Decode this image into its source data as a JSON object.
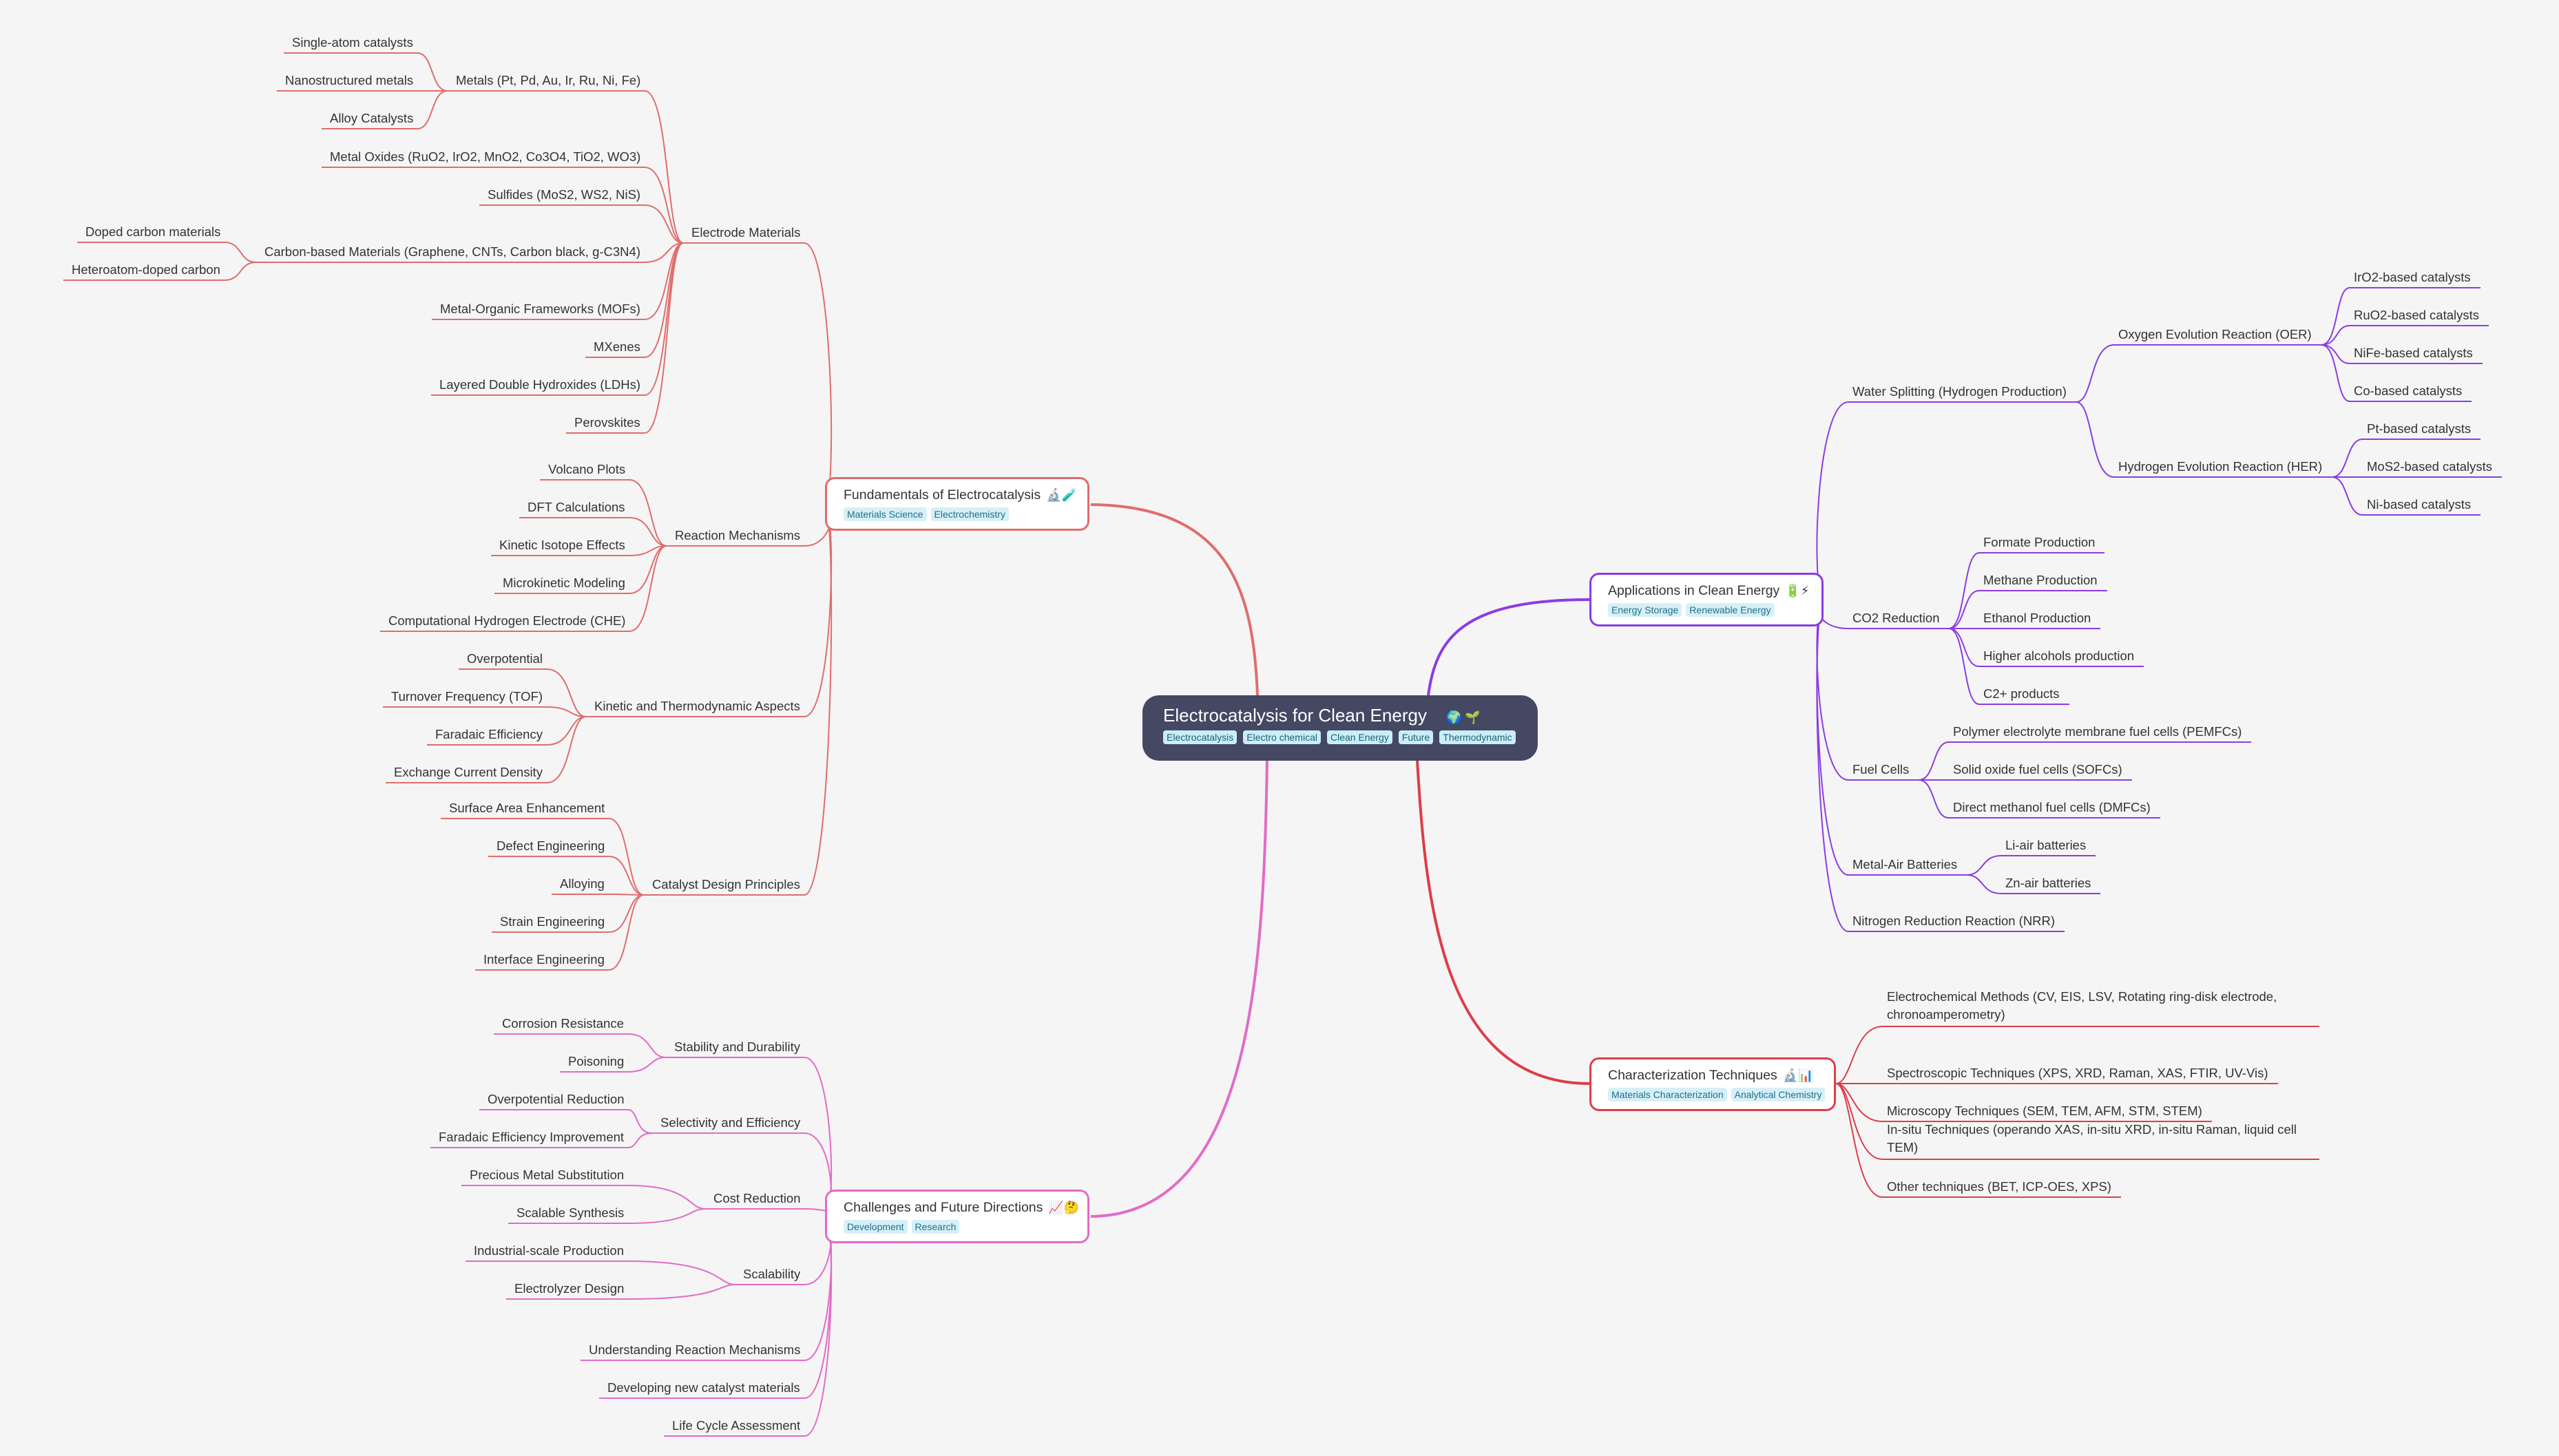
{
  "root": {
    "title": "Electrocatalysis for Clean Energy",
    "emoji": "🌍 🌱",
    "tags": [
      "Electrocatalysis",
      "Electro chemical",
      "Clean Energy",
      "Future",
      "Thermodynamic"
    ]
  },
  "colors": {
    "fundamentals": "#e06d6d",
    "challenges": "#e26bc7",
    "applications": "#8c3ce3",
    "characterization": "#de3d49",
    "root_bg": "#454863",
    "tag_bg": "#d6f0f7",
    "tag_text": "#1f6f8b"
  },
  "branches": [
    {
      "id": "fundamentals",
      "title": "Fundamentals of Electrocatalysis",
      "emoji": "🔬🧪",
      "tags": [
        "Materials Science",
        "Electrochemistry"
      ],
      "children": [
        {
          "label": "Electrode Materials",
          "children": [
            {
              "label": "Metals (Pt, Pd, Au, Ir, Ru, Ni, Fe)",
              "children": [
                {
                  "label": "Single-atom catalysts"
                },
                {
                  "label": "Nanostructured metals"
                },
                {
                  "label": "Alloy Catalysts"
                }
              ]
            },
            {
              "label": "Metal Oxides (RuO2, IrO2, MnO2, Co3O4, TiO2, WO3)"
            },
            {
              "label": "Sulfides (MoS2, WS2, NiS)"
            },
            {
              "label": "Carbon-based Materials (Graphene, CNTs, Carbon black, g-C3N4)",
              "children": [
                {
                  "label": "Doped carbon materials"
                },
                {
                  "label": "Heteroatom-doped carbon"
                }
              ]
            },
            {
              "label": "Metal-Organic Frameworks (MOFs)"
            },
            {
              "label": "MXenes"
            },
            {
              "label": "Layered Double Hydroxides (LDHs)"
            },
            {
              "label": "Perovskites"
            }
          ]
        },
        {
          "label": "Reaction Mechanisms",
          "children": [
            {
              "label": "Volcano Plots"
            },
            {
              "label": "DFT Calculations"
            },
            {
              "label": "Kinetic Isotope Effects"
            },
            {
              "label": "Microkinetic Modeling"
            },
            {
              "label": "Computational Hydrogen Electrode (CHE)"
            }
          ]
        },
        {
          "label": "Kinetic and Thermodynamic Aspects",
          "children": [
            {
              "label": "Overpotential"
            },
            {
              "label": "Turnover Frequency (TOF)"
            },
            {
              "label": "Faradaic Efficiency"
            },
            {
              "label": "Exchange Current Density"
            }
          ]
        },
        {
          "label": "Catalyst Design Principles",
          "children": [
            {
              "label": "Surface Area Enhancement"
            },
            {
              "label": "Defect Engineering"
            },
            {
              "label": "Alloying"
            },
            {
              "label": "Strain Engineering"
            },
            {
              "label": "Interface Engineering"
            }
          ]
        }
      ]
    },
    {
      "id": "challenges",
      "title": "Challenges and Future Directions",
      "emoji": "📈🤔",
      "tags": [
        "Development",
        "Research"
      ],
      "children": [
        {
          "label": "Stability and Durability",
          "children": [
            {
              "label": "Corrosion Resistance"
            },
            {
              "label": "Poisoning"
            }
          ]
        },
        {
          "label": "Selectivity and Efficiency",
          "children": [
            {
              "label": "Overpotential Reduction"
            },
            {
              "label": "Faradaic Efficiency Improvement"
            }
          ]
        },
        {
          "label": "Cost Reduction",
          "children": [
            {
              "label": "Precious Metal Substitution"
            },
            {
              "label": "Scalable Synthesis"
            }
          ]
        },
        {
          "label": "Scalability",
          "children": [
            {
              "label": "Industrial-scale Production"
            },
            {
              "label": "Electrolyzer Design"
            }
          ]
        },
        {
          "label": "Understanding Reaction Mechanisms"
        },
        {
          "label": "Developing new catalyst materials"
        },
        {
          "label": "Life Cycle Assessment"
        }
      ]
    },
    {
      "id": "applications",
      "title": "Applications in Clean Energy",
      "emoji": "🔋⚡",
      "tags": [
        "Energy Storage",
        "Renewable Energy"
      ],
      "children": [
        {
          "label": "Water Splitting (Hydrogen Production)",
          "children": [
            {
              "label": "Oxygen Evolution Reaction (OER)",
              "children": [
                {
                  "label": "IrO2-based catalysts"
                },
                {
                  "label": "RuO2-based catalysts"
                },
                {
                  "label": "NiFe-based catalysts"
                },
                {
                  "label": "Co-based catalysts"
                }
              ]
            },
            {
              "label": "Hydrogen Evolution Reaction (HER)",
              "children": [
                {
                  "label": "Pt-based catalysts"
                },
                {
                  "label": "MoS2-based catalysts"
                },
                {
                  "label": "Ni-based catalysts"
                }
              ]
            }
          ]
        },
        {
          "label": "CO2 Reduction",
          "children": [
            {
              "label": "Formate Production"
            },
            {
              "label": "Methane Production"
            },
            {
              "label": "Ethanol Production"
            },
            {
              "label": "Higher alcohols production"
            },
            {
              "label": "C2+ products"
            }
          ]
        },
        {
          "label": "Fuel Cells",
          "children": [
            {
              "label": "Polymer electrolyte membrane fuel cells (PEMFCs)"
            },
            {
              "label": "Solid oxide fuel cells (SOFCs)"
            },
            {
              "label": "Direct methanol fuel cells (DMFCs)"
            }
          ]
        },
        {
          "label": "Metal-Air Batteries",
          "children": [
            {
              "label": "Li-air batteries"
            },
            {
              "label": "Zn-air batteries"
            }
          ]
        },
        {
          "label": "Nitrogen Reduction Reaction (NRR)"
        }
      ]
    },
    {
      "id": "characterization",
      "title": "Characterization Techniques",
      "emoji": "🔬📊",
      "tags": [
        "Materials Characterization",
        "Analytical Chemistry"
      ],
      "children": [
        {
          "label": "Electrochemical Methods (CV, EIS, LSV, Rotating ring-disk electrode, chronoamperometry)"
        },
        {
          "label": "Spectroscopic Techniques (XPS, XRD, Raman, XAS, FTIR, UV-Vis)"
        },
        {
          "label": "Microscopy Techniques (SEM, TEM, AFM, STM, STEM)"
        },
        {
          "label": "In-situ Techniques (operando XAS, in-situ XRD, in-situ Raman, liquid cell TEM)"
        },
        {
          "label": "Other techniques (BET, ICP-OES, XPS)"
        }
      ]
    }
  ]
}
